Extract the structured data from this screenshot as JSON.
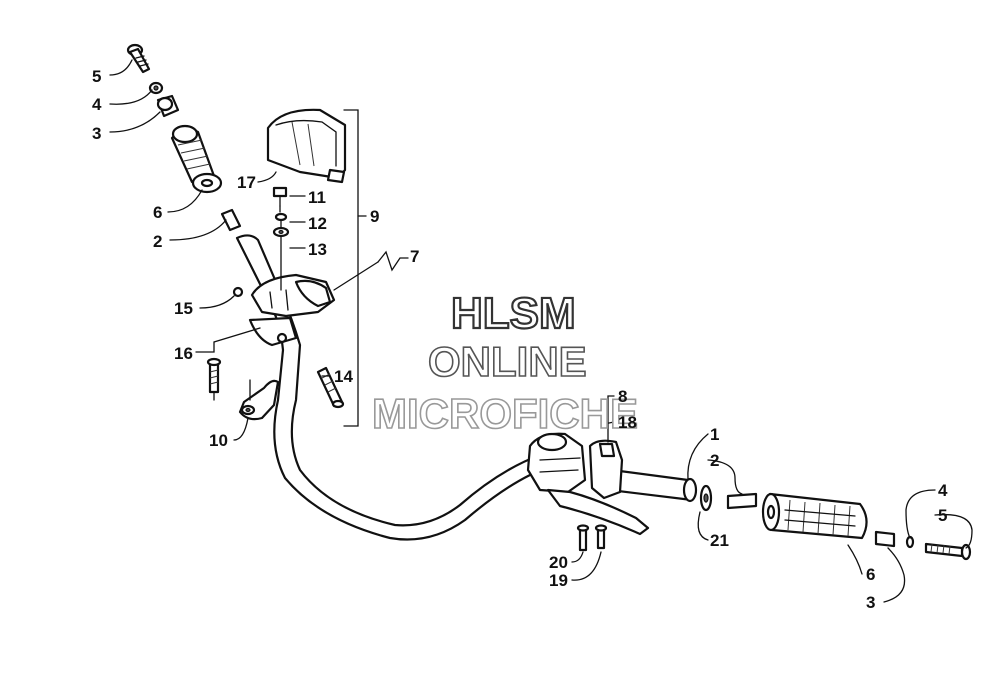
{
  "watermark": {
    "line1": "HLSM",
    "line2": "ONLINE",
    "line3": "MICROFICHE"
  },
  "callouts": {
    "left_5": "5",
    "left_4": "4",
    "left_3": "3",
    "left_6": "6",
    "left_2": "2",
    "c17": "17",
    "c11": "11",
    "c12": "12",
    "c13": "13",
    "c9": "9",
    "c7": "7",
    "c15": "15",
    "c16": "16",
    "c14": "14",
    "c10": "10",
    "c8": "8",
    "c18": "18",
    "right_1": "1",
    "right_2": "2",
    "c21": "21",
    "c20": "20",
    "c19": "19",
    "right_4": "4",
    "right_5": "5",
    "right_6": "6",
    "right_3": "3"
  }
}
